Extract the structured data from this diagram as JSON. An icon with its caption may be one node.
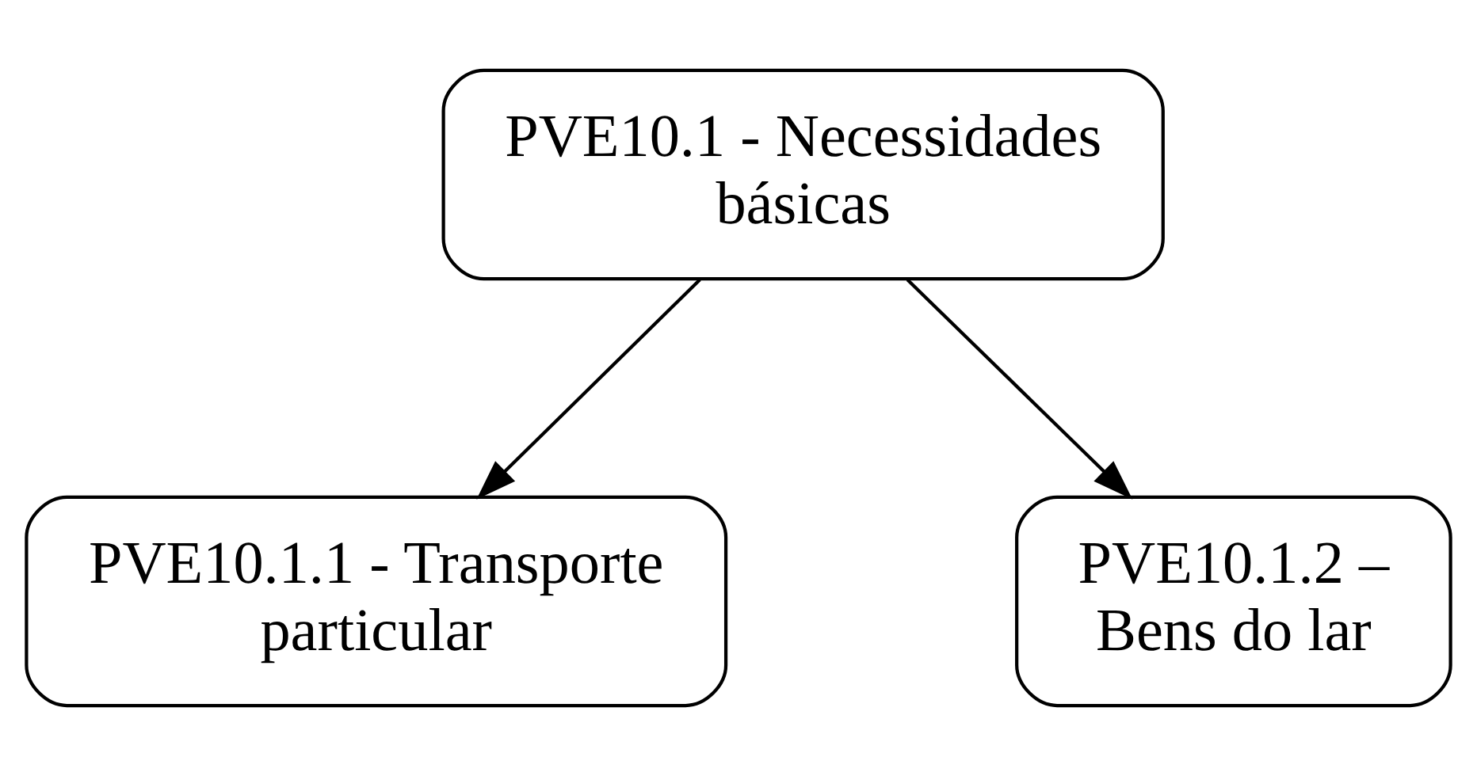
{
  "diagram": {
    "nodes": [
      {
        "text": [
          "PVE10.1 - Necessidades básicas"
        ]
      },
      {
        "text": [
          "PVE10.1.1 - Transporte particular"
        ]
      },
      {
        "text": [
          "PVE10.1.2 – Bens do lar"
        ]
      }
    ],
    "edges": [
      {
        "from": 0,
        "to": 1,
        "arrow": "to"
      },
      {
        "from": 0,
        "to": 2,
        "arrow": "to"
      }
    ]
  }
}
